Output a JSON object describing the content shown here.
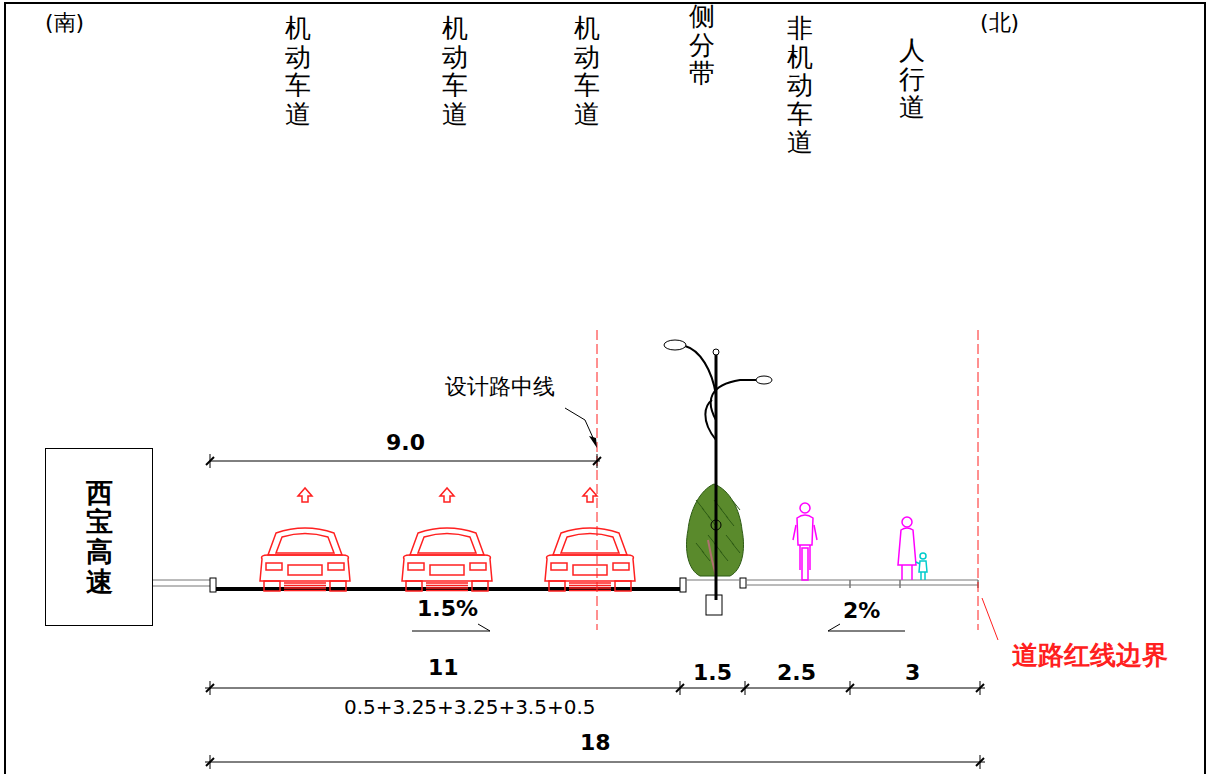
{
  "diagram": {
    "nodes": [
      {
        "text": [
          "西宝高速"
        ]
      }
    ],
    "labels": [
      "(南)",
      "机动车道",
      "机动车道",
      "机动车道",
      "侧分带",
      "非机动车道",
      "人行道",
      "(北)",
      "设计路中线",
      "9.0",
      "1.5%",
      "2%",
      "11",
      "1.5",
      "2.5",
      "3",
      "0.5+3.25+3.25+3.5+0.5",
      "18",
      "道路红线边界"
    ]
  }
}
